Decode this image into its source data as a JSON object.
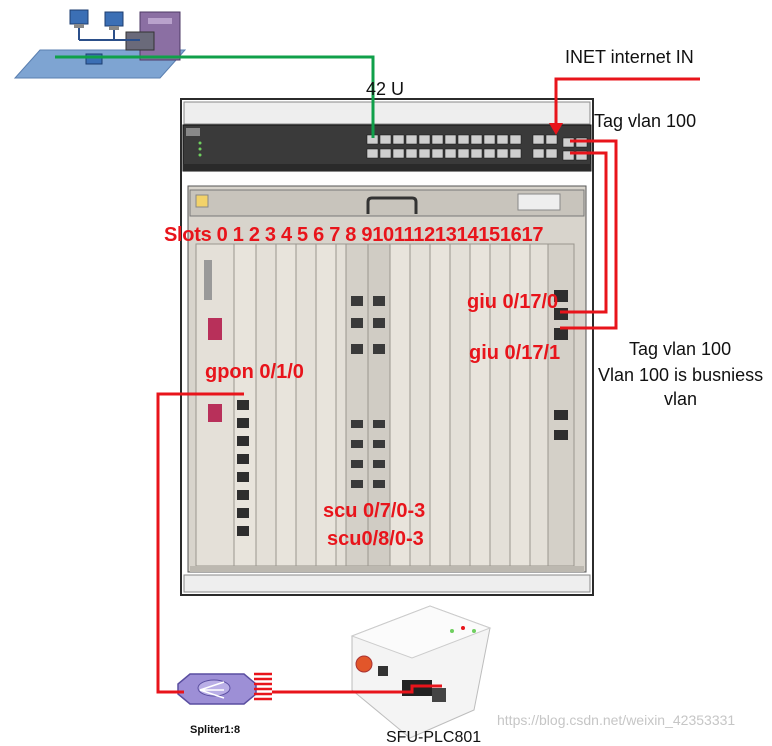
{
  "labels": {
    "rack_units": "42 U",
    "inet_in": "INET internet IN",
    "tag_vlan_top": "Tag vlan 100",
    "slots": "Slots 0 1 2 3 4 5 6  7  8 91011121314151617",
    "giu_0": "giu 0/17/0",
    "giu_1": "giu 0/17/1",
    "tag_vlan_mid": "Tag vlan 100",
    "business_vlan_1": "Vlan 100 is busniess",
    "business_vlan_2": "vlan",
    "gpon": "gpon 0/1/0",
    "scu_7": "scu 0/7/0-3",
    "scu_8": "scu0/8/0-3",
    "splitter": "Spliter1:8",
    "ont": "SFU-PLC801",
    "watermark": "https://blog.csdn.net/weixin_42353331"
  },
  "colors": {
    "link_red": "#e8141b",
    "link_green": "#10a04a",
    "rack": "#2b2b2b",
    "chassis": "#d8d4cc",
    "switch_body": "#3a3a3a"
  },
  "icons": [
    "network-workstations-icon",
    "splitter-icon",
    "ont-device-icon",
    "ethernet-switch-icon"
  ]
}
